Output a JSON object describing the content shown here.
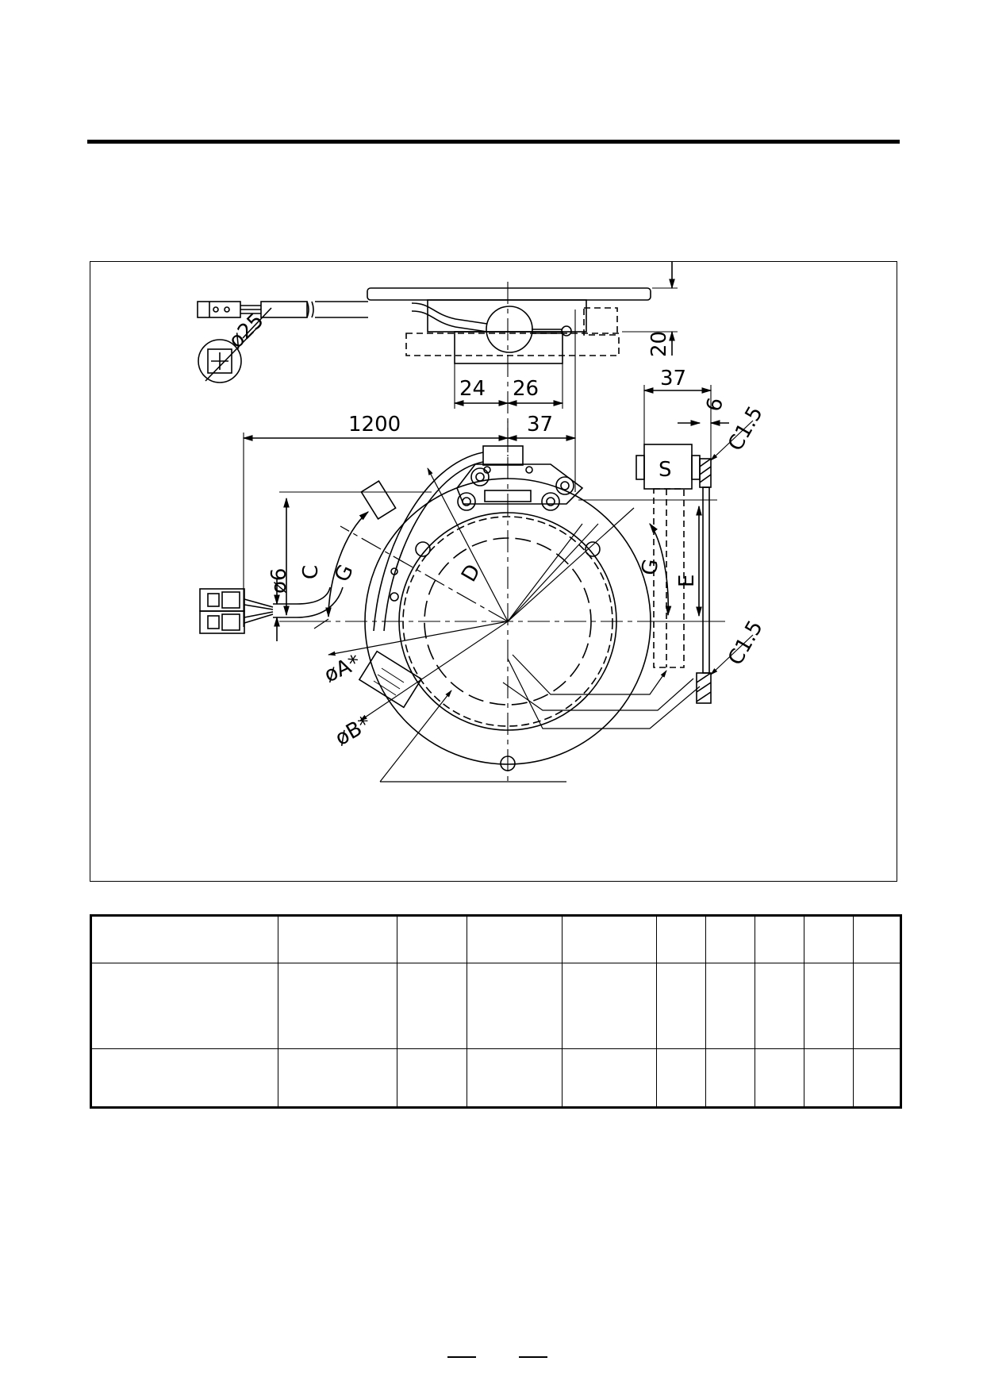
{
  "header": {
    "rule": "horizontal-rule"
  },
  "drawing": {
    "dims": {
      "d20": "20",
      "d24": "24",
      "d26": "26",
      "d37_top": "37",
      "d37_right": "37",
      "d1200": "1200",
      "d6_right": "6",
      "phi25": "ø25",
      "phi6": "ø6",
      "C": "C",
      "G_left": "G",
      "D": "D",
      "G_right": "G",
      "E": "E",
      "S": "S",
      "phiA": "øA*",
      "phiB": "øB*",
      "c15_top": "C1.5",
      "c15_bottom": "C1.5"
    }
  },
  "table": {
    "rows": [
      [
        "",
        "",
        "",
        "",
        "",
        "",
        "",
        "",
        "",
        ""
      ],
      [
        "",
        "",
        "",
        "",
        "",
        "",
        "",
        "",
        "",
        ""
      ],
      [
        "",
        "",
        "",
        "",
        "",
        "",
        "",
        "",
        "",
        ""
      ]
    ]
  },
  "footer": {
    "page_marker": "— —"
  }
}
